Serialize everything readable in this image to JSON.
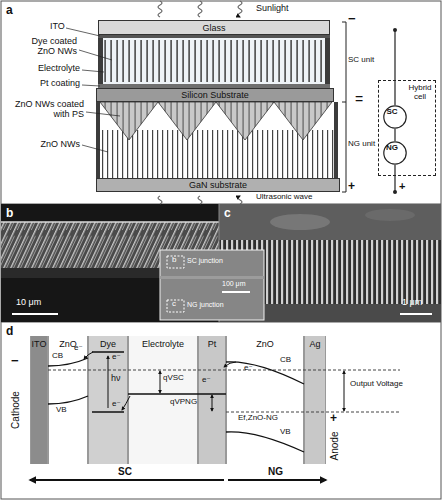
{
  "diagram": {
    "nodes": [
      {
        "text": [
          "Hybrid cell"
        ]
      },
      {
        "text": [
          "SC"
        ],
        "in": 0
      },
      {
        "text": [
          "NG"
        ],
        "in": 0
      },
      {
        "text": [
          "Glass"
        ]
      },
      {
        "text": [
          "Silicon Substrate"
        ]
      },
      {
        "text": [
          "GaN substrate"
        ]
      },
      {
        "text": [
          "ITO"
        ]
      },
      {
        "text": [
          "ZnO"
        ]
      },
      {
        "text": [
          "Dye"
        ]
      },
      {
        "text": [
          "Electrolyte"
        ]
      },
      {
        "text": [
          "Pt"
        ]
      },
      {
        "text": [
          "ZnO"
        ]
      },
      {
        "text": [
          "Ag"
        ]
      }
    ],
    "edges": [
      {
        "from": 1,
        "to": 2,
        "arrow": "none"
      }
    ],
    "labels": [
      "a",
      "Sunlight",
      "ITO",
      "Dye coated ZnO NWs",
      "Electrolyte",
      "Pt coating",
      "ZnO NWs coated with PS",
      "ZnO NWs",
      "Ultrasonic wave",
      "−",
      "SC unit",
      "NG unit",
      "+",
      "=",
      "+",
      "b",
      "10 μm",
      "c",
      "1 μm",
      "b",
      "SC junction",
      "c",
      "NG junction",
      "100 μm",
      "d",
      "Cathode",
      "−",
      "CB",
      "VB",
      "e⁻",
      "e⁻",
      "hν",
      "e⁻",
      "qVSC",
      "e⁻",
      "qVPNG",
      "e⁻",
      "CB",
      "Ef,ZnO-NG",
      "VB",
      "Output Voltage",
      "Anode",
      "+",
      "SC",
      "NG"
    ]
  }
}
